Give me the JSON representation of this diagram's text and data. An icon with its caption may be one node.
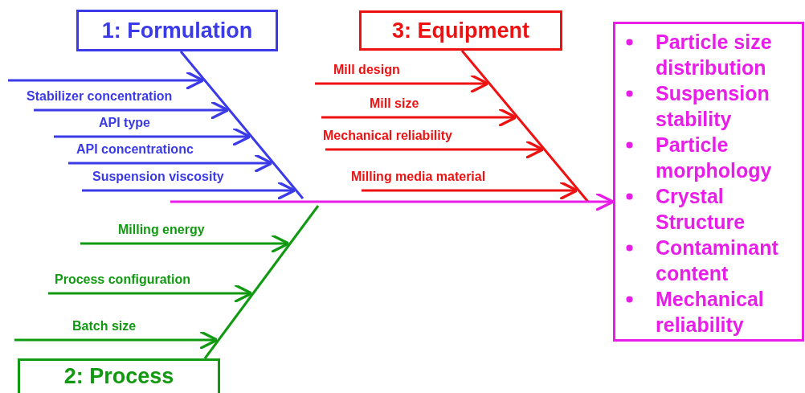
{
  "diagram": {
    "nodes": [
      {
        "text": [
          "1: Formulation"
        ]
      },
      {
        "text": [],
        "shape": "bar"
      },
      {
        "text": [
          "3: Equipment"
        ]
      },
      {
        "text": [],
        "shape": "bar"
      },
      {
        "text": [
          "Particle size distribution",
          "Suspension stability",
          "Particle morphology",
          "Crystal Structure",
          "Contaminant content",
          "Mechanical reliability"
        ]
      },
      {
        "text": [
          "2: Process"
        ]
      },
      {
        "text": [],
        "shape": "bar"
      }
    ],
    "edges": [
      {
        "from": null,
        "to": 1,
        "arrow": "to",
        "color": "#3a3ae8"
      },
      {
        "from": null,
        "to": 1,
        "arrow": "to",
        "label": "Stabilizer concentration",
        "color": "#3a3ae8"
      },
      {
        "from": null,
        "to": 1,
        "arrow": "to",
        "label": "API type",
        "color": "#3a3ae8"
      },
      {
        "from": null,
        "to": 1,
        "arrow": "to",
        "label": "API concentrationc",
        "color": "#3a3ae8"
      },
      {
        "from": null,
        "to": 1,
        "arrow": "to",
        "label": "Suspension viscosity",
        "color": "#3a3ae8"
      },
      {
        "from": null,
        "to": 3,
        "arrow": "to",
        "label": "Mill design",
        "color": "#ee1111"
      },
      {
        "from": null,
        "to": 3,
        "arrow": "to",
        "label": "Mill size",
        "color": "#ee1111"
      },
      {
        "from": null,
        "to": 3,
        "arrow": "to",
        "label": "Mechanical reliability",
        "color": "#ee1111"
      },
      {
        "from": null,
        "to": 3,
        "arrow": "to",
        "label": "Milling media material",
        "color": "#ee1111"
      },
      {
        "from": null,
        "to": 6,
        "arrow": "to",
        "label": "Milling energy",
        "color": "#119911"
      },
      {
        "from": null,
        "to": 6,
        "arrow": "to",
        "label": "Process configuration",
        "color": "#119911"
      },
      {
        "from": null,
        "to": 6,
        "arrow": "to",
        "label": "Batch size",
        "color": "#119911"
      },
      {
        "from": null,
        "to": 4,
        "arrow": "to",
        "color": "#e81ee8"
      }
    ]
  }
}
